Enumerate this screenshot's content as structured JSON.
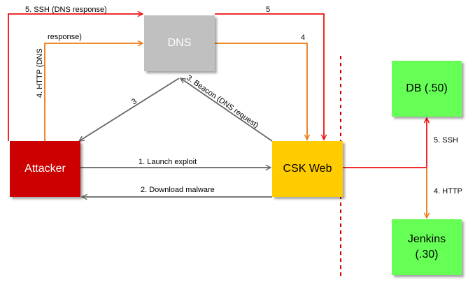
{
  "colors": {
    "dns": "#c0c0c0",
    "attacker": "#cc0000",
    "csk_web": "#ffcc00",
    "db": "#66ff55",
    "jenkins": "#66ff55",
    "arrow_gray": "#666666",
    "arrow_orange": "#ee7711",
    "arrow_red": "#ee1111",
    "boundary": "#cc0000"
  },
  "nodes": {
    "dns": "DNS",
    "attacker": "Attacker",
    "csk_web": "CSK Web",
    "db": "DB (.50)",
    "jenkins": "Jenkins\n(.30)"
  },
  "edges": {
    "launch_exploit": "1. Launch exploit",
    "download_malware": "2. Download malware",
    "beacon_number": "3",
    "beacon_label": "3. Beacon (DNS request)",
    "http_dns_part1": "4. HTTP (DNS",
    "http_dns_part2": "response)",
    "dns_to_csk": "4",
    "ssh_dns_response": "5. SSH (DNS response)",
    "ssh_to_csk": "5",
    "ssh_db": "5. SSH",
    "http_jenkins": "4. HTTP"
  }
}
